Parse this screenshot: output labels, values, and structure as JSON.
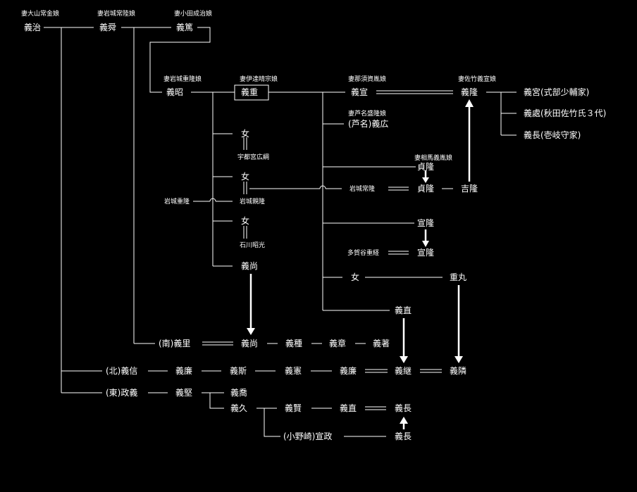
{
  "notes": {
    "yoshiharu_wife": "妻大山常金娘",
    "yoshikiyo_wife": "妻岩城常陸娘",
    "yoshiatsu_wife": "妻小田成治娘",
    "yoshiaki_wife": "妻岩城重隆娘",
    "yoshishige_wife": "妻伊達晴宗娘",
    "yoshinobu_wife": "妻那須資胤娘",
    "yoshitaka_wife": "妻佐竹義宣娘",
    "ashina_wife": "妻芦名盛隆娘",
    "sadataka_wife": "妻相馬義胤娘",
    "utsunomiya": "宇都宮広綱",
    "iwaki_tsunetaka": "岩城常隆",
    "iwaki_shigetaka": "岩城重隆",
    "iwaki_chikataka": "岩城親隆",
    "ishikawa": "石川昭光",
    "tagaya": "多賀谷重経"
  },
  "names": {
    "yoshiharu": "義治",
    "yoshikiyo": "義舜",
    "yoshiatsu": "義篤",
    "yoshiaki": "義昭",
    "yoshishige": "義重",
    "yoshinobu": "義宣",
    "yoshitaka": "義隆",
    "yoshimiya": "義宮(式部少輔家)",
    "yoshitoki": "義處(秋田佐竹氏３代)",
    "yoshinaga_iki": "義長(壱岐守家)",
    "ashina_yoshihiro": "(芦名)義広",
    "daughter1": "女",
    "daughter2": "女",
    "daughter3": "女",
    "daughter4": "女",
    "sadataka_a": "貞隆",
    "sadataka_b": "貞隆",
    "yoshitaka_kichi": "吉隆",
    "nobutaka_a": "宣隆",
    "nobutaka_b": "宣隆",
    "shigemaru": "重丸",
    "yoshinao": "義直",
    "yoshihisa_top": "義尚",
    "minami_yoshisato": "(南)義里",
    "yoshihisa_bottom": "義尚",
    "yoshitane": "義種",
    "yoshiaki_b": "義章",
    "yoshiaki_c": "義著",
    "kita_yoshinobu": "(北)義信",
    "yoshiyasu_a": "義廉",
    "yoshikore": "義斯",
    "yoshinori": "義憲",
    "yoshiyasu_b": "義廉",
    "yoshitsugu": "義継",
    "yoshitaka_end": "義隣",
    "higashi_masayoshi": "(東)政義",
    "yoshikata": "義堅",
    "yoshihisa_c": "義喬",
    "yoshihisa_d": "義久",
    "yoshikata_b": "義賢",
    "yoshinao_b": "義直",
    "yoshinaga_a": "義長",
    "onozaki": "(小野崎)宣政",
    "yoshinaga_b": "義長"
  }
}
